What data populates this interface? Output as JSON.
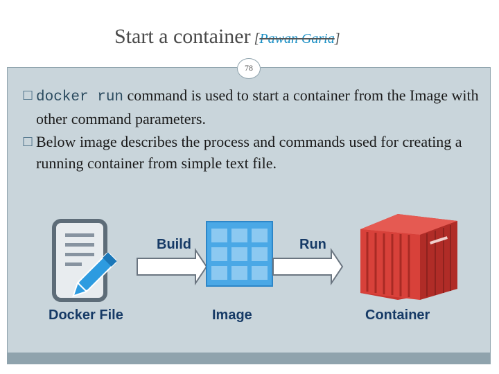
{
  "slide": {
    "title": "Start a container",
    "author_open": " [",
    "author_name": "Pawan Garia",
    "author_close": "]",
    "page_number": "78"
  },
  "bullets": [
    {
      "mark": "□",
      "code": "docker run",
      "text": " command is used to start a container from the Image with other command parameters."
    },
    {
      "mark": "□",
      "code": "",
      "text": "Below image describes the process and commands used for creating a running container from simple text file."
    }
  ],
  "diagram": {
    "labels": {
      "docker_file": "Docker File",
      "build": "Build",
      "image": "Image",
      "run": "Run",
      "container": "Container"
    },
    "colors": {
      "label": "#163a66",
      "blue": "#2d9be0",
      "container_red": "#d8413a",
      "file_gray": "#5d6c78",
      "arrow_fill": "#ffffff",
      "arrow_stroke": "#6a7580"
    }
  },
  "theme": {
    "frame_fill": "#c9d5db",
    "border": "#8fa3ad",
    "title_color": "#4a4a4a",
    "author_color": "#1a8fc4"
  }
}
